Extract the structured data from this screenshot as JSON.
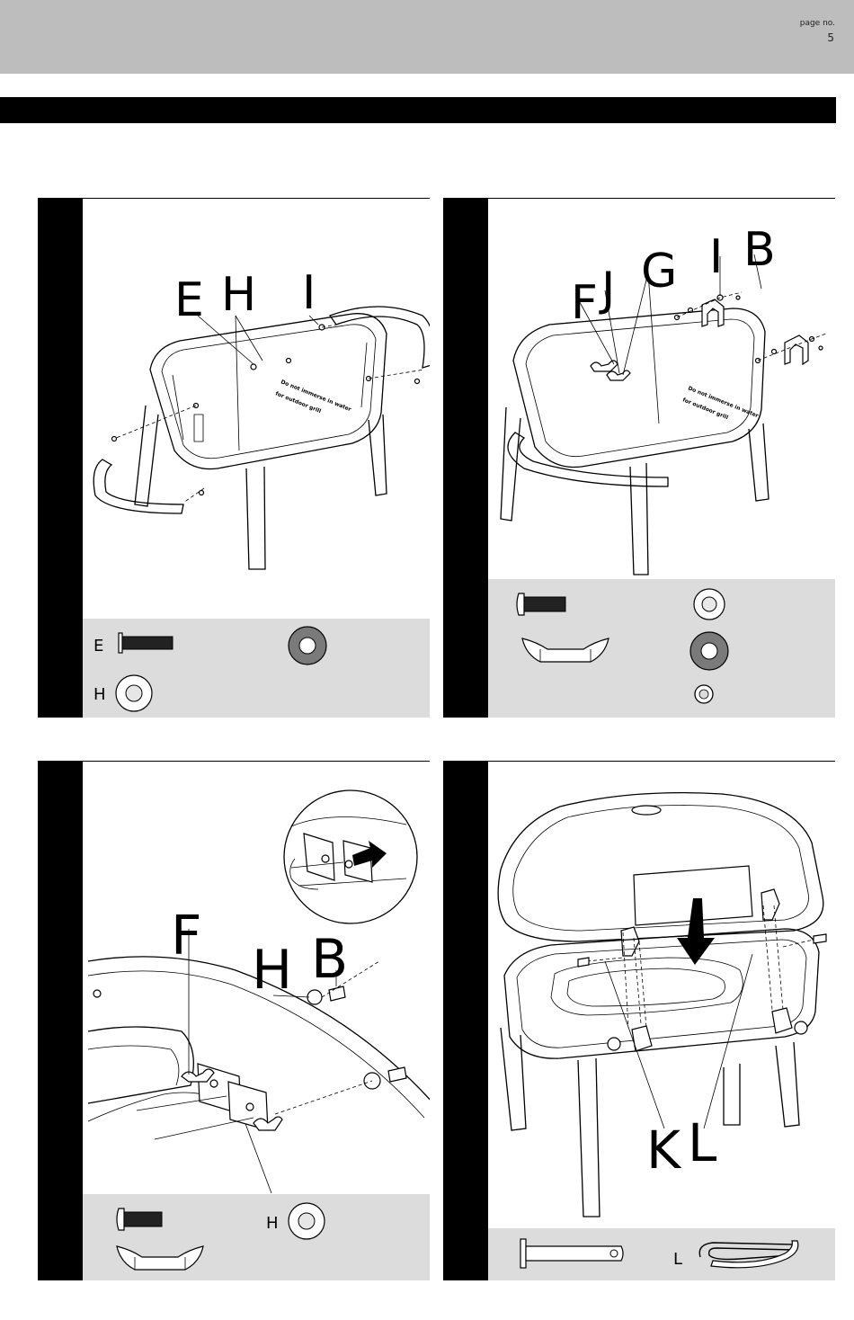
{
  "header": {
    "page_no_label": "page no.",
    "page_no": "5"
  },
  "steps": [
    {
      "callouts": {
        "e": "E",
        "h": "H",
        "i": "I"
      },
      "art_text": {
        "line1": "Do not immerse in water",
        "line2": "for outdoor grill"
      },
      "parts": {
        "e": "E",
        "h": "H"
      }
    },
    {
      "callouts": {
        "f": "F",
        "j": "J",
        "g": "G",
        "i": "I",
        "b": "B"
      },
      "art_text": {
        "line1": "Do not immerse in water",
        "line2": "for outdoor grill"
      }
    },
    {
      "callouts": {
        "f": "F",
        "h": "H",
        "b": "B"
      },
      "parts": {
        "h": "H"
      }
    },
    {
      "callouts": {
        "k": "K",
        "l": "L"
      },
      "parts": {
        "l": "L"
      }
    }
  ]
}
